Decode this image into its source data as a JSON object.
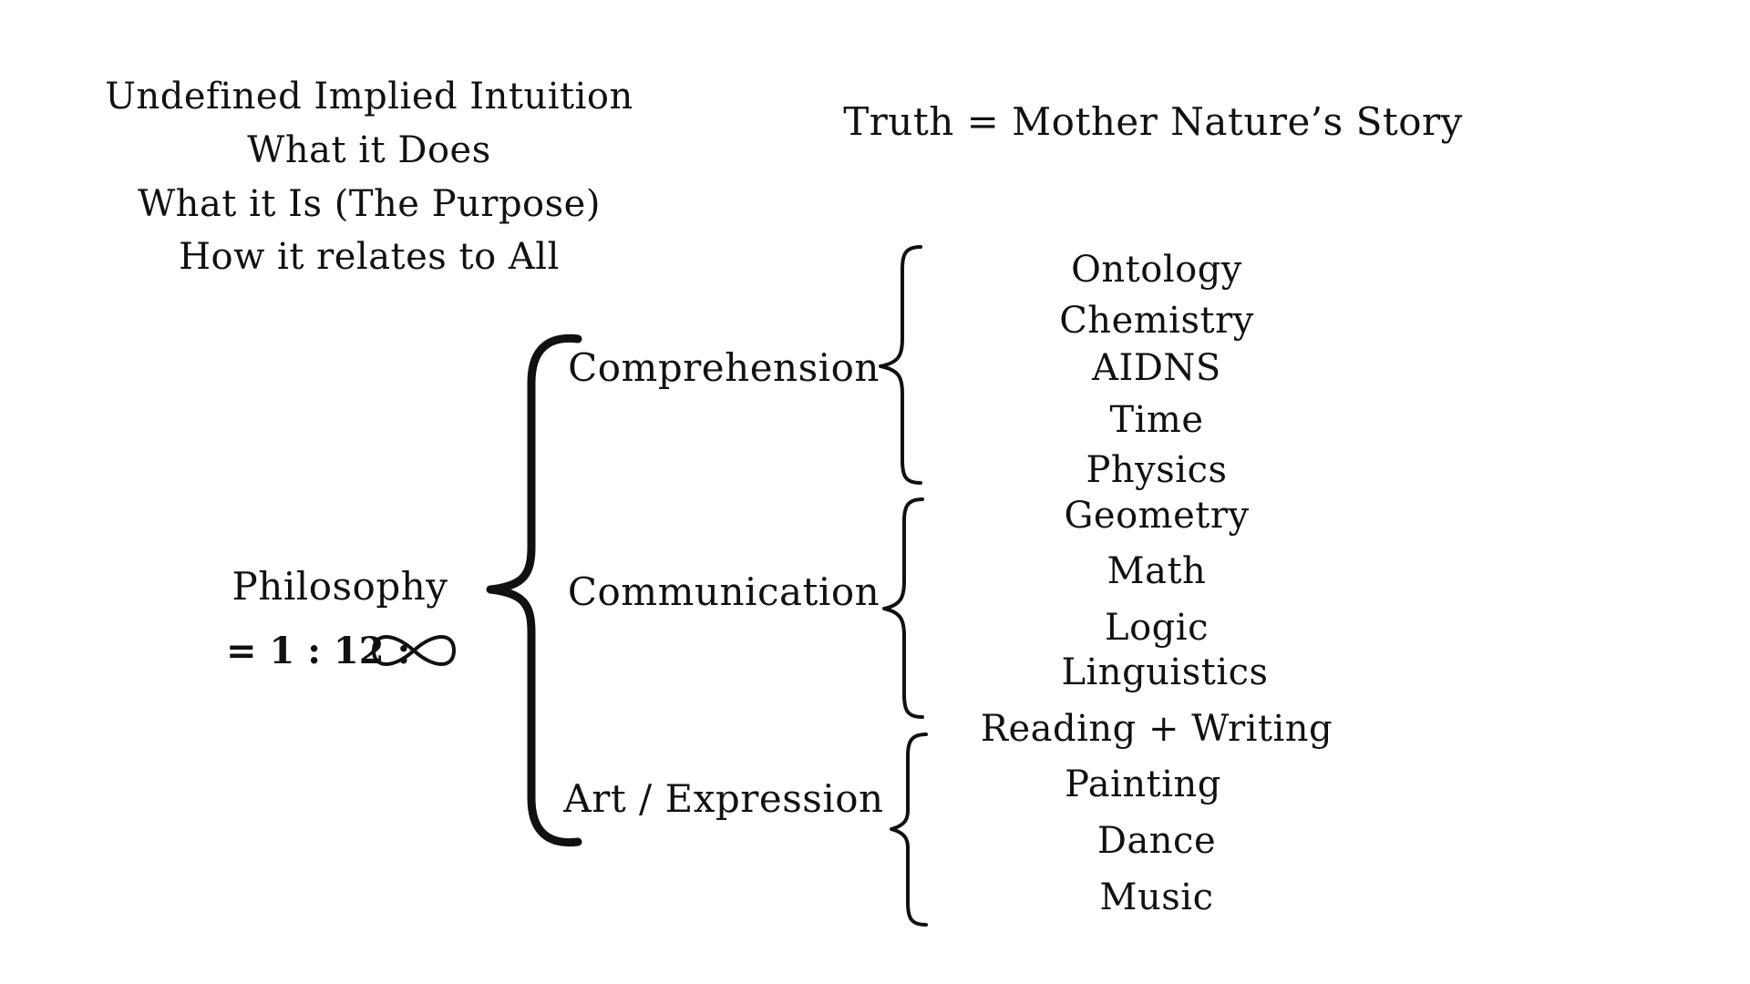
{
  "intuition_list": {
    "line1": "Undefined Implied Intuition",
    "line2": "What it Does",
    "line3": "What it Is (The Purpose)",
    "line4": "How it relates to All"
  },
  "title": "Truth = Mother Nature’s Story",
  "root": {
    "label": "Philosophy",
    "ratio": "= 1 : 12 :",
    "ratio_symbol": "∞"
  },
  "branches": {
    "comprehension": {
      "label": "Comprehension",
      "items": [
        "Ontology",
        "Chemistry",
        "AIDNS",
        "Time",
        "Physics"
      ]
    },
    "communication": {
      "label": "Communication",
      "items": [
        "Geometry",
        "Math",
        "Logic",
        "Linguistics"
      ]
    },
    "art": {
      "label": "Art / Expression",
      "items": [
        "Reading + Writing",
        "Painting",
        "Dance",
        "Music"
      ]
    }
  }
}
